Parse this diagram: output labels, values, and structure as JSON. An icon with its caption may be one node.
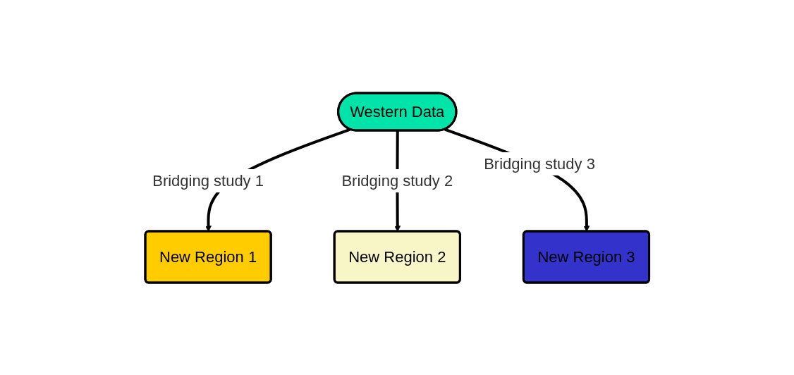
{
  "diagram": {
    "nodes": [
      {
        "text": [
          "Western Data"
        ]
      },
      {
        "text": [
          "New Region 1"
        ]
      },
      {
        "text": [
          "New Region 2"
        ]
      },
      {
        "text": [
          "New Region 3"
        ]
      }
    ],
    "edges": [
      {
        "from": 0,
        "to": 1,
        "arrow": "to",
        "label": "Bridging study 1"
      },
      {
        "from": 0,
        "to": 2,
        "arrow": "to",
        "label": "Bridging study 2"
      },
      {
        "from": 0,
        "to": 3,
        "arrow": "to",
        "label": "Bridging study 3"
      }
    ]
  }
}
